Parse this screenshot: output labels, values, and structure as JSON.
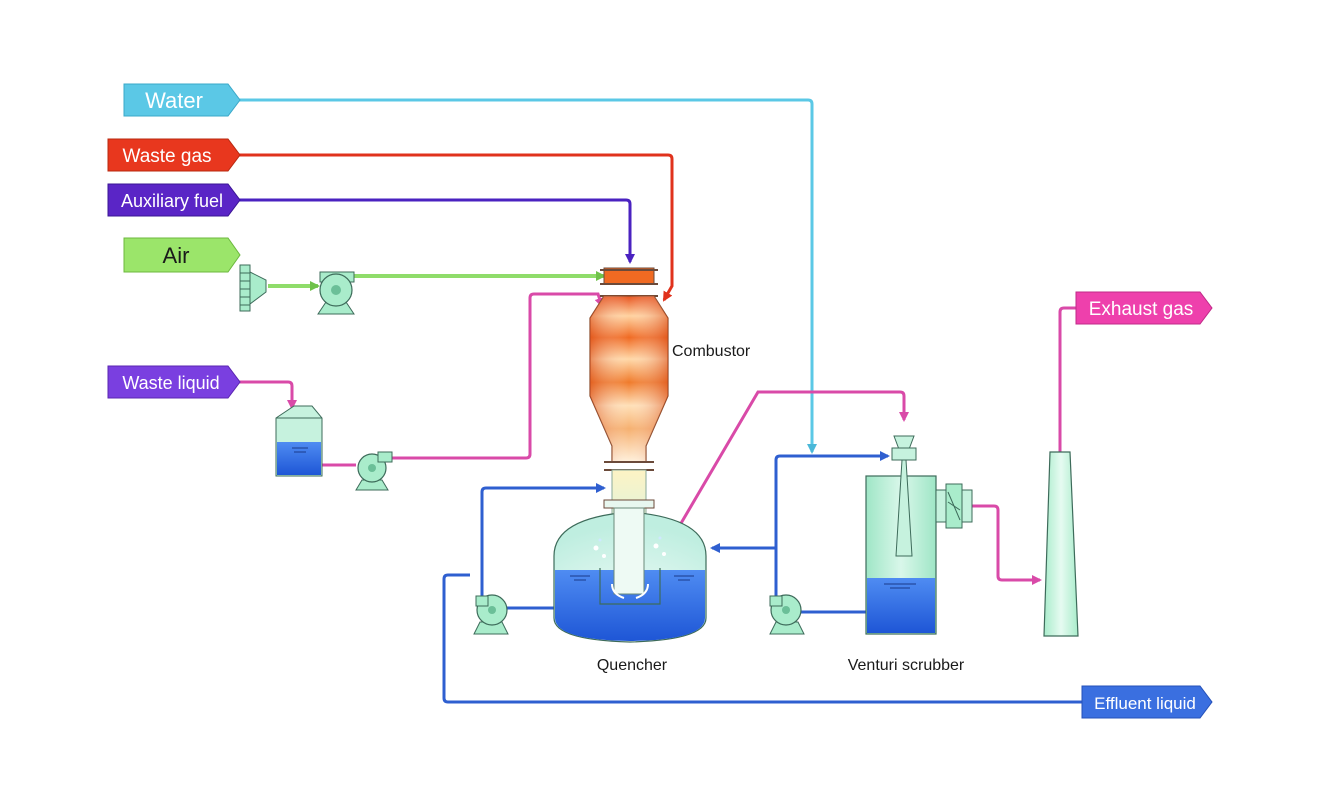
{
  "streams": {
    "water": {
      "label": "Water",
      "color": "#5bc8e6",
      "text_color": "#ffffff"
    },
    "waste_gas": {
      "label": "Waste gas",
      "color": "#e8371e",
      "text_color": "#ffffff"
    },
    "auxiliary_fuel": {
      "label": "Auxiliary fuel",
      "color": "#5a25c6",
      "text_color": "#ffffff"
    },
    "air": {
      "label": "Air",
      "color": "#9be56a",
      "text_color": "#1a1a1a"
    },
    "waste_liquid": {
      "label": "Waste liquid",
      "color": "#7a3fe0",
      "text_color": "#ffffff"
    },
    "exhaust_gas": {
      "label": "Exhaust gas",
      "color": "#ee40ac",
      "text_color": "#ffffff"
    },
    "effluent_liquid": {
      "label": "Effluent liquid",
      "color": "#3a6fe0",
      "text_color": "#ffffff"
    }
  },
  "units": {
    "combustor": "Combustor",
    "quencher": "Quencher",
    "venturi_scrubber": "Venturi scrubber"
  },
  "colors": {
    "equipment_fill": "#a9eccb",
    "equipment_stroke": "#3d6b5a",
    "liquid_blue": "#2f6fe8",
    "pipe_blue": "#2f5fd0",
    "pipe_magenta": "#d94aa8",
    "pipe_green": "#8fdc6a",
    "pipe_cyan": "#5bc8e6",
    "pipe_red": "#e0321c",
    "pipe_purple": "#4a22c0"
  }
}
